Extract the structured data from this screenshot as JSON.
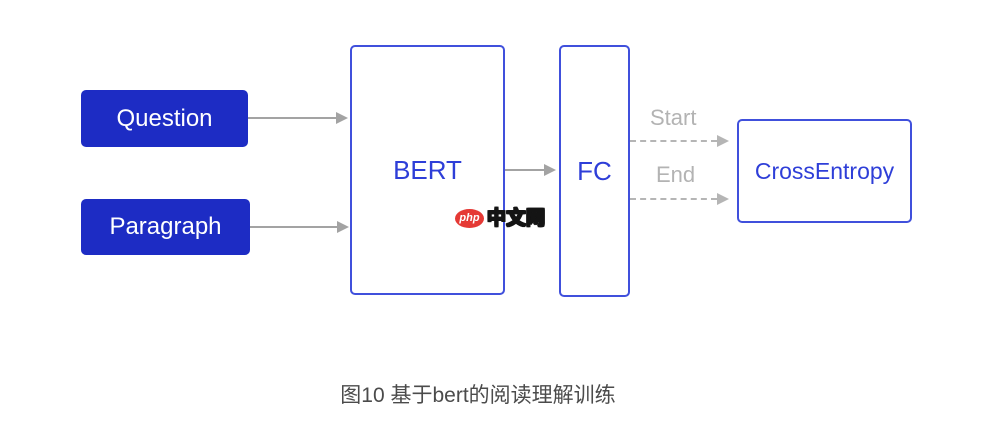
{
  "diagram": {
    "nodes": {
      "question": {
        "label": "Question"
      },
      "paragraph": {
        "label": "Paragraph"
      },
      "bert": {
        "label": "BERT"
      },
      "fc": {
        "label": "FC"
      },
      "crossentropy": {
        "label": "CrossEntropy"
      }
    },
    "edge_labels": {
      "start": "Start",
      "end": "End"
    }
  },
  "watermark": {
    "logo_text": "php",
    "site_text": "中文网"
  },
  "caption": "图10 基于bert的阅读理解训练",
  "colors": {
    "node_fill": "#1d2cc4",
    "node_text": "#ffffff",
    "outline_border": "#4050dc",
    "outline_text": "#2e3ed8",
    "arrow": "#a3a3a3",
    "dash": "#b5b5b5",
    "edge_label": "#b3b3b3",
    "caption": "#4b4b4b",
    "wm_red": "#e53935"
  }
}
